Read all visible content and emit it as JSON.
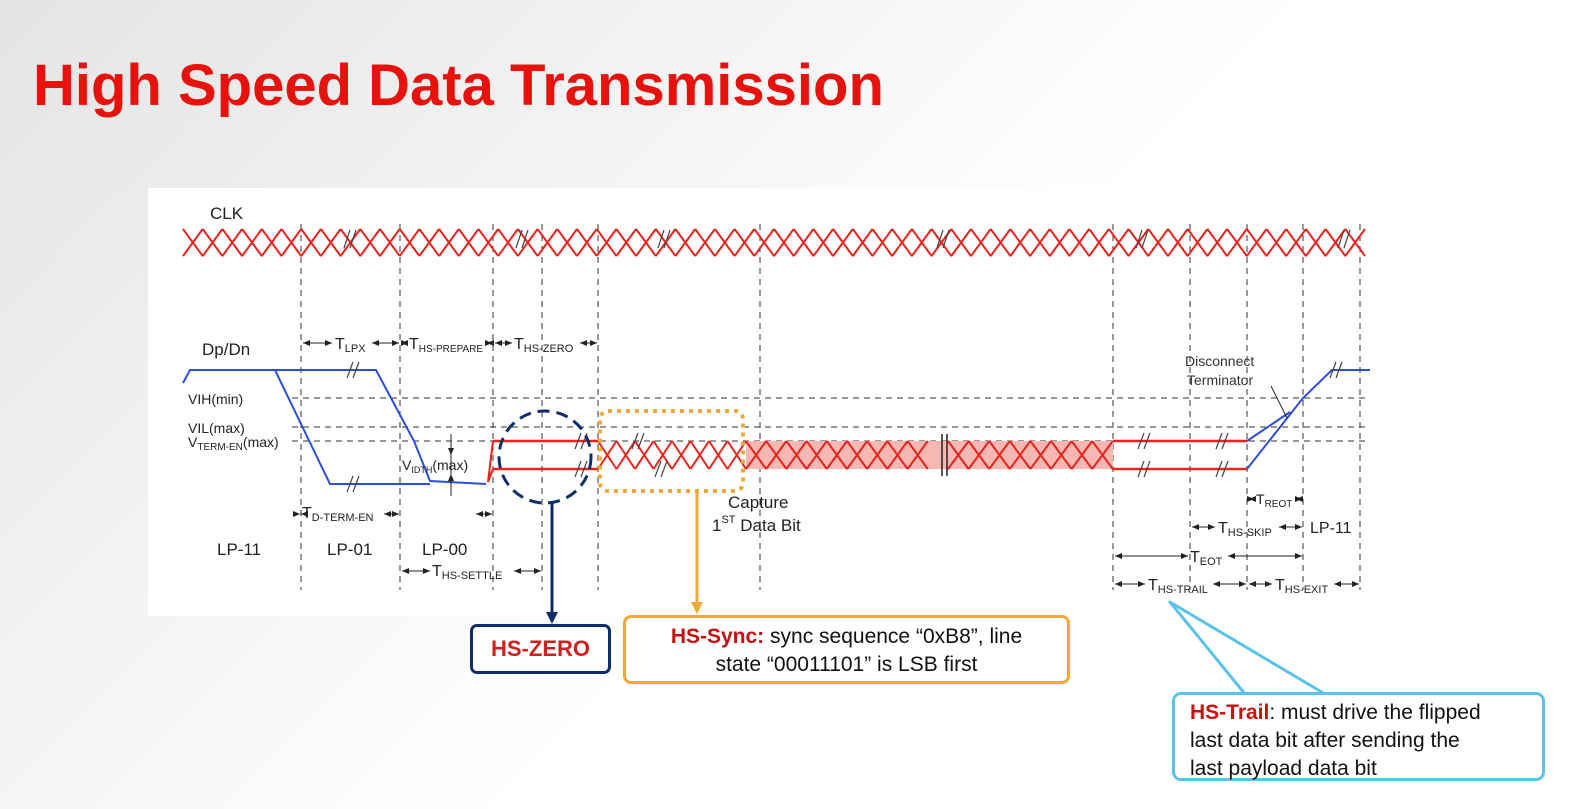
{
  "slide": {
    "title": "High Speed Data Transmission"
  },
  "colors": {
    "title_red": "#e8120c",
    "signal_red": "#e8241c",
    "lp_blue": "#2b4fd8",
    "hs_zero_navy": "#0f2d6b",
    "hs_sync_orange": "#f3a93a",
    "hs_trail_cyan": "#5bc2ec",
    "payload_fill": "#f7b8b4"
  },
  "diagram": {
    "clk_label": "CLK",
    "data_label": "Dp/Dn",
    "vih": "VIH(min)",
    "vil": "VIL(max)",
    "vterm": {
      "main": "V",
      "sub": "TERM-EN",
      "tail": "(max)"
    },
    "vidth": {
      "main": "V",
      "sub": "IDTH",
      "tail": "(max)"
    },
    "t_lpx": {
      "main": "T",
      "sub": "LPX"
    },
    "t_hs_prepare": {
      "main": "T",
      "sub": "HS-PREPARE"
    },
    "t_hs_zero": {
      "main": "T",
      "sub": "HS-ZERO"
    },
    "t_d_term_en": {
      "main": "T",
      "sub": "D-TERM-EN"
    },
    "t_hs_settle": {
      "main": "T",
      "sub": "HS-SETTLE"
    },
    "t_reot": {
      "main": "T",
      "sub": "REOT"
    },
    "t_hs_skip": {
      "main": "T",
      "sub": "HS-SKIP"
    },
    "t_eot": {
      "main": "T",
      "sub": "EOT"
    },
    "t_hs_trail": {
      "main": "T",
      "sub": "HS-TRAIL"
    },
    "t_hs_exit": {
      "main": "T",
      "sub": "HS-EXIT"
    },
    "lp11_left": "LP-11",
    "lp01": "LP-01",
    "lp00": "LP-00",
    "lp11_right": "LP-11",
    "capture_line1": "Capture",
    "capture_num": "1",
    "capture_sup": "ST",
    "capture_tail": " Data Bit",
    "disconnect_line1": "Disconnect",
    "disconnect_line2": "Terminator"
  },
  "callouts": {
    "hs_zero": "HS-ZERO",
    "hs_sync_label": "HS-Sync:",
    "hs_sync_line1": " sync sequence “0xB8”,  line",
    "hs_sync_line2": "state “00011101” is LSB first",
    "hs_trail_label": "HS-Trail",
    "hs_trail_line1": ": must drive the flipped",
    "hs_trail_line2": "last data bit after sending the",
    "hs_trail_line3": "last payload data bit"
  }
}
